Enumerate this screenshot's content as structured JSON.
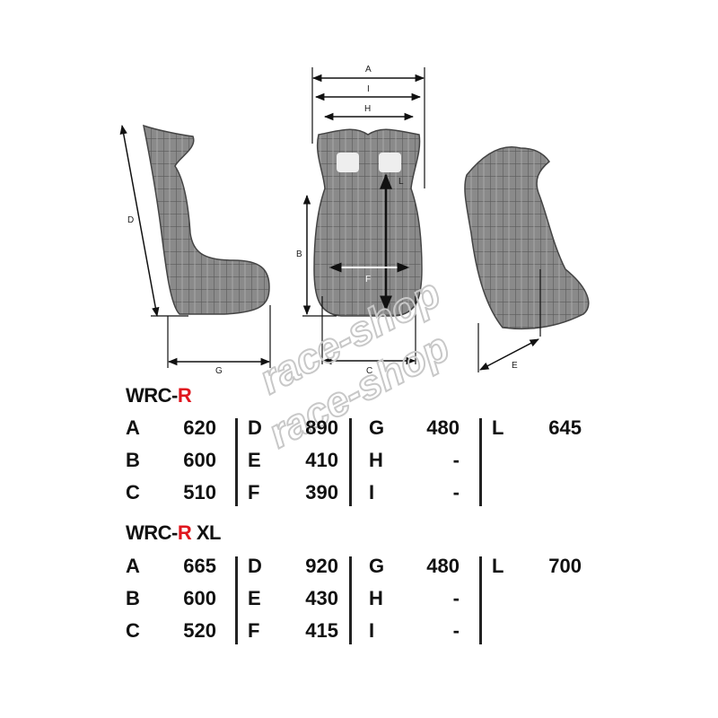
{
  "diagram": {
    "dimension_labels": {
      "A": "A",
      "B": "B",
      "C": "C",
      "D": "D",
      "E": "E",
      "F": "F",
      "G": "G",
      "H": "H",
      "I": "I",
      "L": "L"
    },
    "watermark": "race-shop"
  },
  "models": [
    {
      "name_prefix": "WRC-",
      "name_accent": "R",
      "name_suffix": "",
      "accent_color": "#e0161e",
      "columns": [
        [
          {
            "k": "A",
            "v": "620"
          },
          {
            "k": "B",
            "v": "600"
          },
          {
            "k": "C",
            "v": "510"
          }
        ],
        [
          {
            "k": "D",
            "v": "890"
          },
          {
            "k": "E",
            "v": "410"
          },
          {
            "k": "F",
            "v": "390"
          }
        ],
        [
          {
            "k": "G",
            "v": "480"
          },
          {
            "k": "H",
            "v": "-"
          },
          {
            "k": "I",
            "v": "-"
          }
        ],
        [
          {
            "k": "L",
            "v": "645"
          }
        ]
      ]
    },
    {
      "name_prefix": "WRC-",
      "name_accent": "R",
      "name_suffix": " XL",
      "accent_color": "#e0161e",
      "columns": [
        [
          {
            "k": "A",
            "v": "665"
          },
          {
            "k": "B",
            "v": "600"
          },
          {
            "k": "C",
            "v": "520"
          }
        ],
        [
          {
            "k": "D",
            "v": "920"
          },
          {
            "k": "E",
            "v": "430"
          },
          {
            "k": "F",
            "v": "415"
          }
        ],
        [
          {
            "k": "G",
            "v": "480"
          },
          {
            "k": "H",
            "v": "-"
          },
          {
            "k": "I",
            "v": "-"
          }
        ],
        [
          {
            "k": "L",
            "v": "700"
          }
        ]
      ]
    }
  ]
}
